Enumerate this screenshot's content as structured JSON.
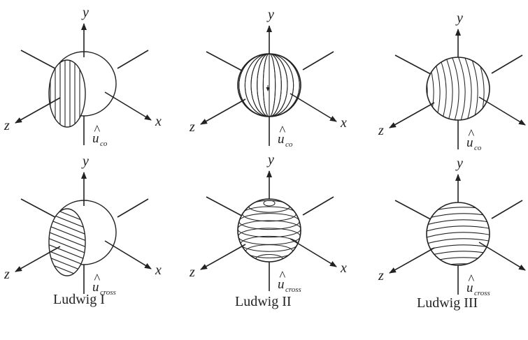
{
  "axes": {
    "x": "x",
    "y": "y",
    "z": "z"
  },
  "vectors": {
    "base": "u",
    "hat": "^",
    "co": "co",
    "cross": "cross"
  },
  "columns": [
    {
      "id": "ludwig-1",
      "caption": "Ludwig I"
    },
    {
      "id": "ludwig-2",
      "caption": "Ludwig II"
    },
    {
      "id": "ludwig-3",
      "caption": "Ludwig III"
    }
  ],
  "colors": {
    "ink": "#222222",
    "background": "#ffffff"
  }
}
